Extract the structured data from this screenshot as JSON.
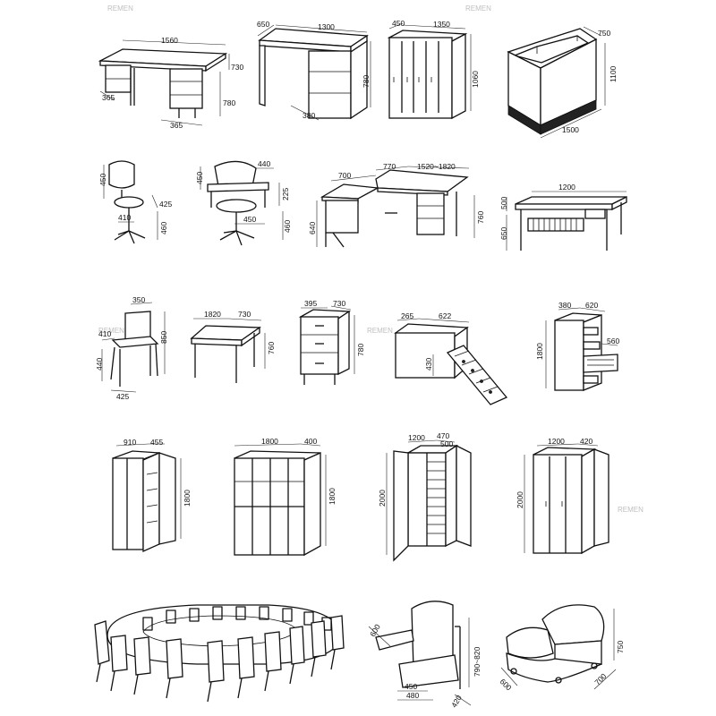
{
  "watermark": "REMEN",
  "items": [
    {
      "id": "desk-1560",
      "dims": [
        "1560",
        "730",
        "780",
        "365",
        "365"
      ]
    },
    {
      "id": "desk-1300",
      "dims": [
        "650",
        "1300",
        "780",
        "380"
      ]
    },
    {
      "id": "cabinet-1350",
      "dims": [
        "450",
        "1350",
        "1060"
      ]
    },
    {
      "id": "reception-desk",
      "dims": [
        "750",
        "1100",
        "1500"
      ]
    },
    {
      "id": "swivel-chair",
      "dims": [
        "450",
        "410",
        "425",
        "460"
      ]
    },
    {
      "id": "armchair-swivel",
      "dims": [
        "450",
        "440",
        "225",
        "450",
        "460"
      ]
    },
    {
      "id": "l-desk",
      "dims": [
        "700",
        "770",
        "1520~1820",
        "640",
        "760"
      ]
    },
    {
      "id": "long-table",
      "dims": [
        "1200",
        "500",
        "650"
      ]
    },
    {
      "id": "side-chair",
      "dims": [
        "350",
        "410",
        "850",
        "440",
        "425"
      ]
    },
    {
      "id": "table-1820",
      "dims": [
        "1820",
        "730",
        "760"
      ]
    },
    {
      "id": "drawer-unit",
      "dims": [
        "395",
        "730",
        "780"
      ]
    },
    {
      "id": "card-file",
      "dims": [
        "265",
        "622",
        "430"
      ]
    },
    {
      "id": "file-cabinet",
      "dims": [
        "380",
        "620",
        "1800",
        "560"
      ]
    },
    {
      "id": "open-cabinet",
      "dims": [
        "910",
        "455",
        "1800"
      ]
    },
    {
      "id": "glass-bookcase",
      "dims": [
        "1800",
        "400",
        "1800"
      ]
    },
    {
      "id": "pigeonhole-cabinet",
      "dims": [
        "1200",
        "470",
        "500",
        "2000"
      ]
    },
    {
      "id": "wardrobe",
      "dims": [
        "1200",
        "420",
        "2000"
      ]
    },
    {
      "id": "conference-table",
      "dims": []
    },
    {
      "id": "tablet-armchair",
      "dims": [
        "600",
        "790~820",
        "450",
        "480",
        "420"
      ]
    },
    {
      "id": "lounge-chair",
      "dims": [
        "750",
        "700",
        "600"
      ]
    }
  ]
}
